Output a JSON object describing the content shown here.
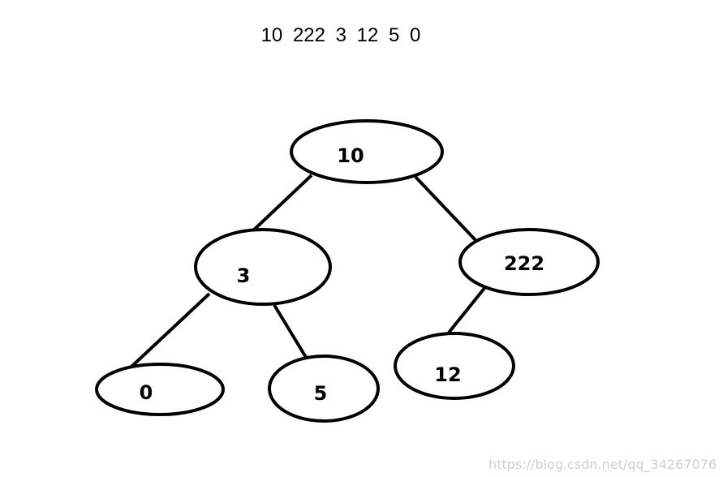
{
  "sequence_text": "10  222  3  12  5  0",
  "tree": {
    "nodes": [
      {
        "id": "n10",
        "label": "10"
      },
      {
        "id": "n3",
        "label": "3"
      },
      {
        "id": "n222",
        "label": "222"
      },
      {
        "id": "n0",
        "label": "0"
      },
      {
        "id": "n5",
        "label": "5"
      },
      {
        "id": "n12",
        "label": "12"
      }
    ],
    "edges": [
      {
        "from": "n10",
        "to": "n3"
      },
      {
        "from": "n10",
        "to": "n222"
      },
      {
        "from": "n3",
        "to": "n0"
      },
      {
        "from": "n3",
        "to": "n5"
      },
      {
        "from": "n222",
        "to": "n12"
      }
    ]
  },
  "watermark": "https://blog.csdn.net/qq_34267076"
}
